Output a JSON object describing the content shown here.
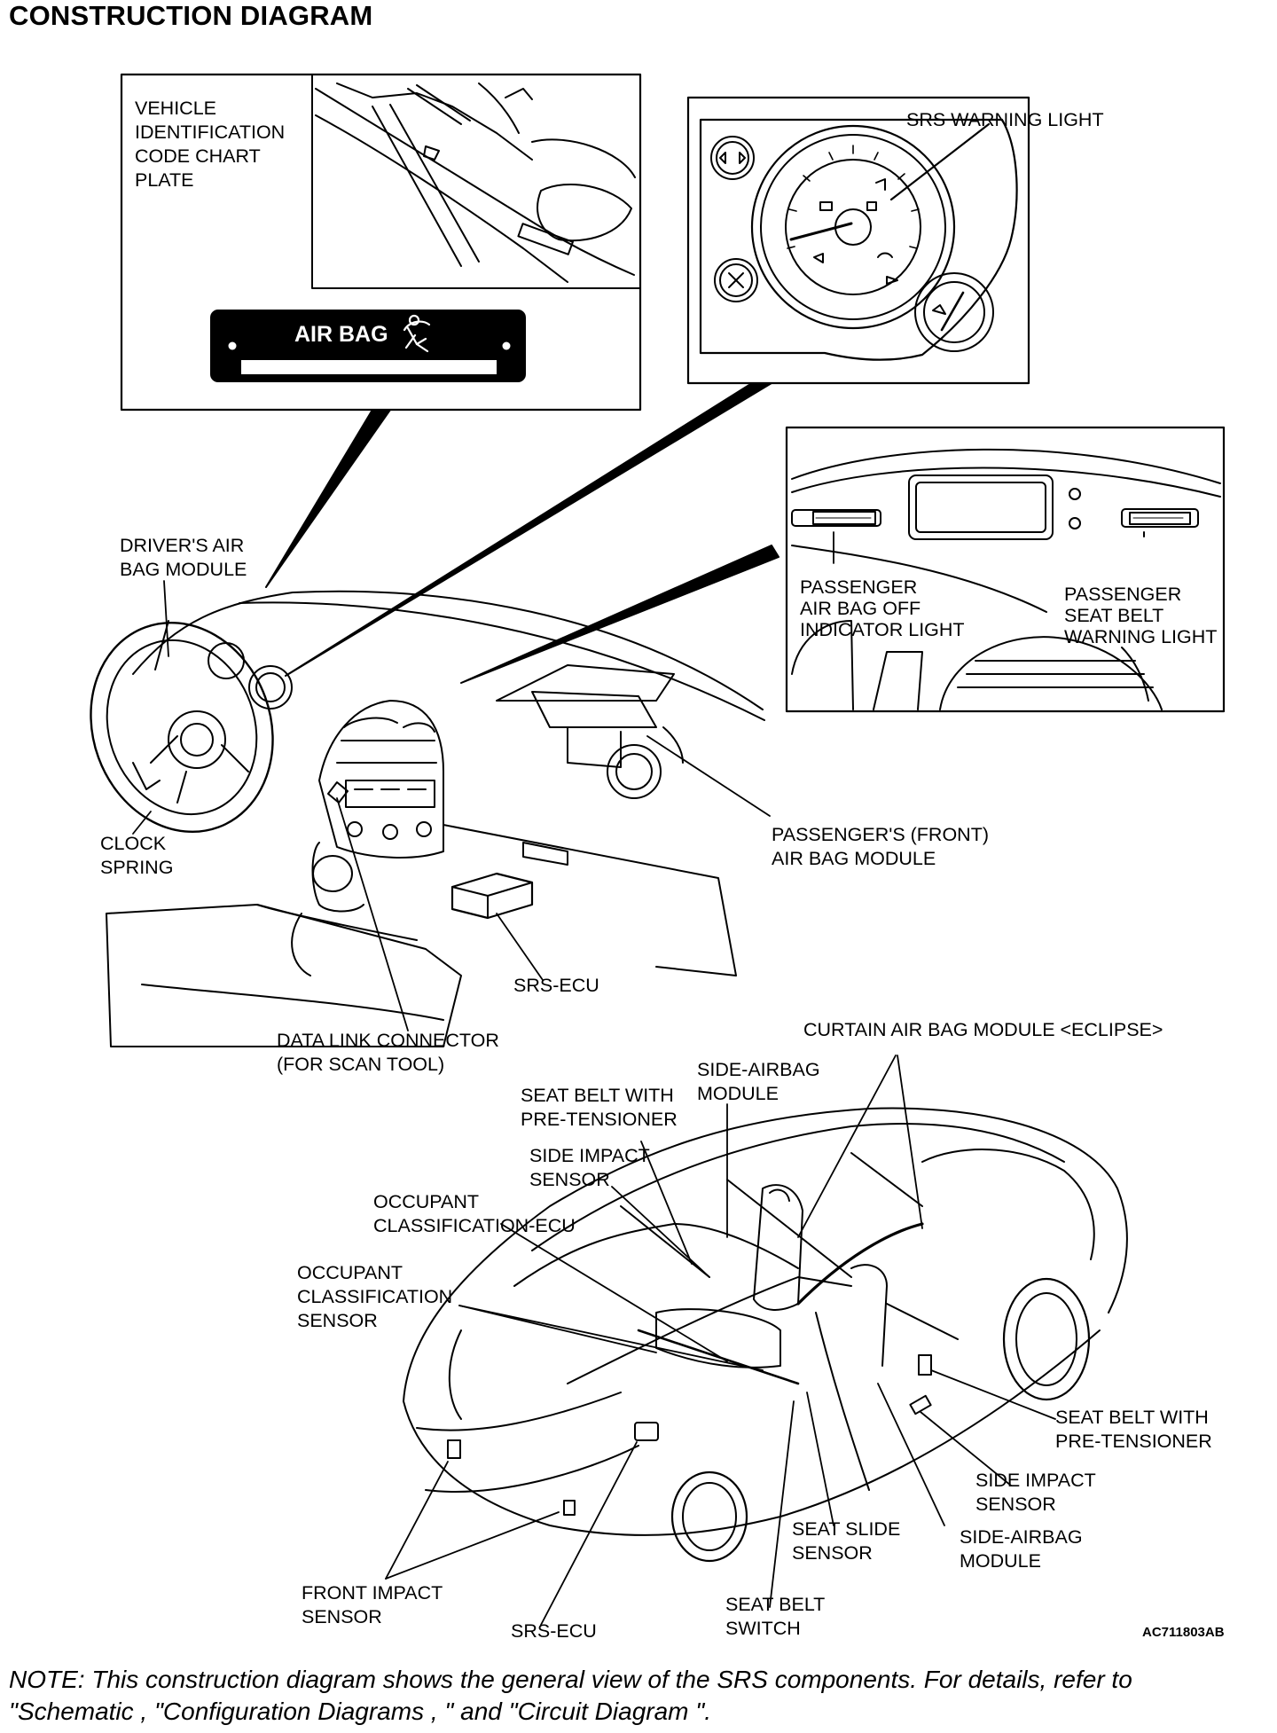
{
  "title": "CONSTRUCTION DIAGRAM",
  "inset_vin": {
    "label": "VEHICLE\nIDENTIFICATION\nCODE CHART\nPLATE",
    "plate_text": "AIR BAG"
  },
  "inset_meter": {
    "label": "SRS WARNING LIGHT"
  },
  "inset_panel": {
    "left_label": "PASSENGER\nAIR BAG OFF\nINDICATOR LIGHT",
    "right_label": "PASSENGER\nSEAT BELT\nWARNING LIGHT"
  },
  "labels": {
    "drivers_air_bag": "DRIVER'S AIR\nBAG MODULE",
    "clock_spring": "CLOCK\nSPRING",
    "passengers_front_air_bag": "PASSENGER'S (FRONT)\nAIR BAG MODULE",
    "srs_ecu_top": "SRS-ECU",
    "data_link_connector": "DATA LINK CONNECTOR\n(FOR SCAN TOOL)",
    "curtain_air_bag": "CURTAIN AIR BAG MODULE <ECLIPSE>",
    "side_airbag_top": "SIDE-AIRBAG\nMODULE",
    "seat_belt_pretensioner_top": "SEAT BELT WITH\nPRE-TENSIONER",
    "side_impact_sensor_top": "SIDE IMPACT\nSENSOR",
    "occupant_ecu": "OCCUPANT\nCLASSIFICATION-ECU",
    "occupant_sensor": "OCCUPANT\nCLASSIFICATION\nSENSOR",
    "seat_belt_pretensioner_right": "SEAT BELT WITH\nPRE-TENSIONER",
    "side_impact_sensor_right": "SIDE IMPACT\nSENSOR",
    "seat_slide_sensor": "SEAT SLIDE\nSENSOR",
    "side_airbag_bottom": "SIDE-AIRBAG\nMODULE",
    "front_impact_sensor": "FRONT IMPACT\nSENSOR",
    "srs_ecu_bottom": "SRS-ECU",
    "seat_belt_switch": "SEAT BELT\nSWITCH",
    "figure_code": "AC711803AB"
  },
  "note": "NOTE: This construction diagram shows the general view of the SRS components. For details, refer to \"Schematic , \"Configuration Diagrams , \" and \"Circuit Diagram \"."
}
